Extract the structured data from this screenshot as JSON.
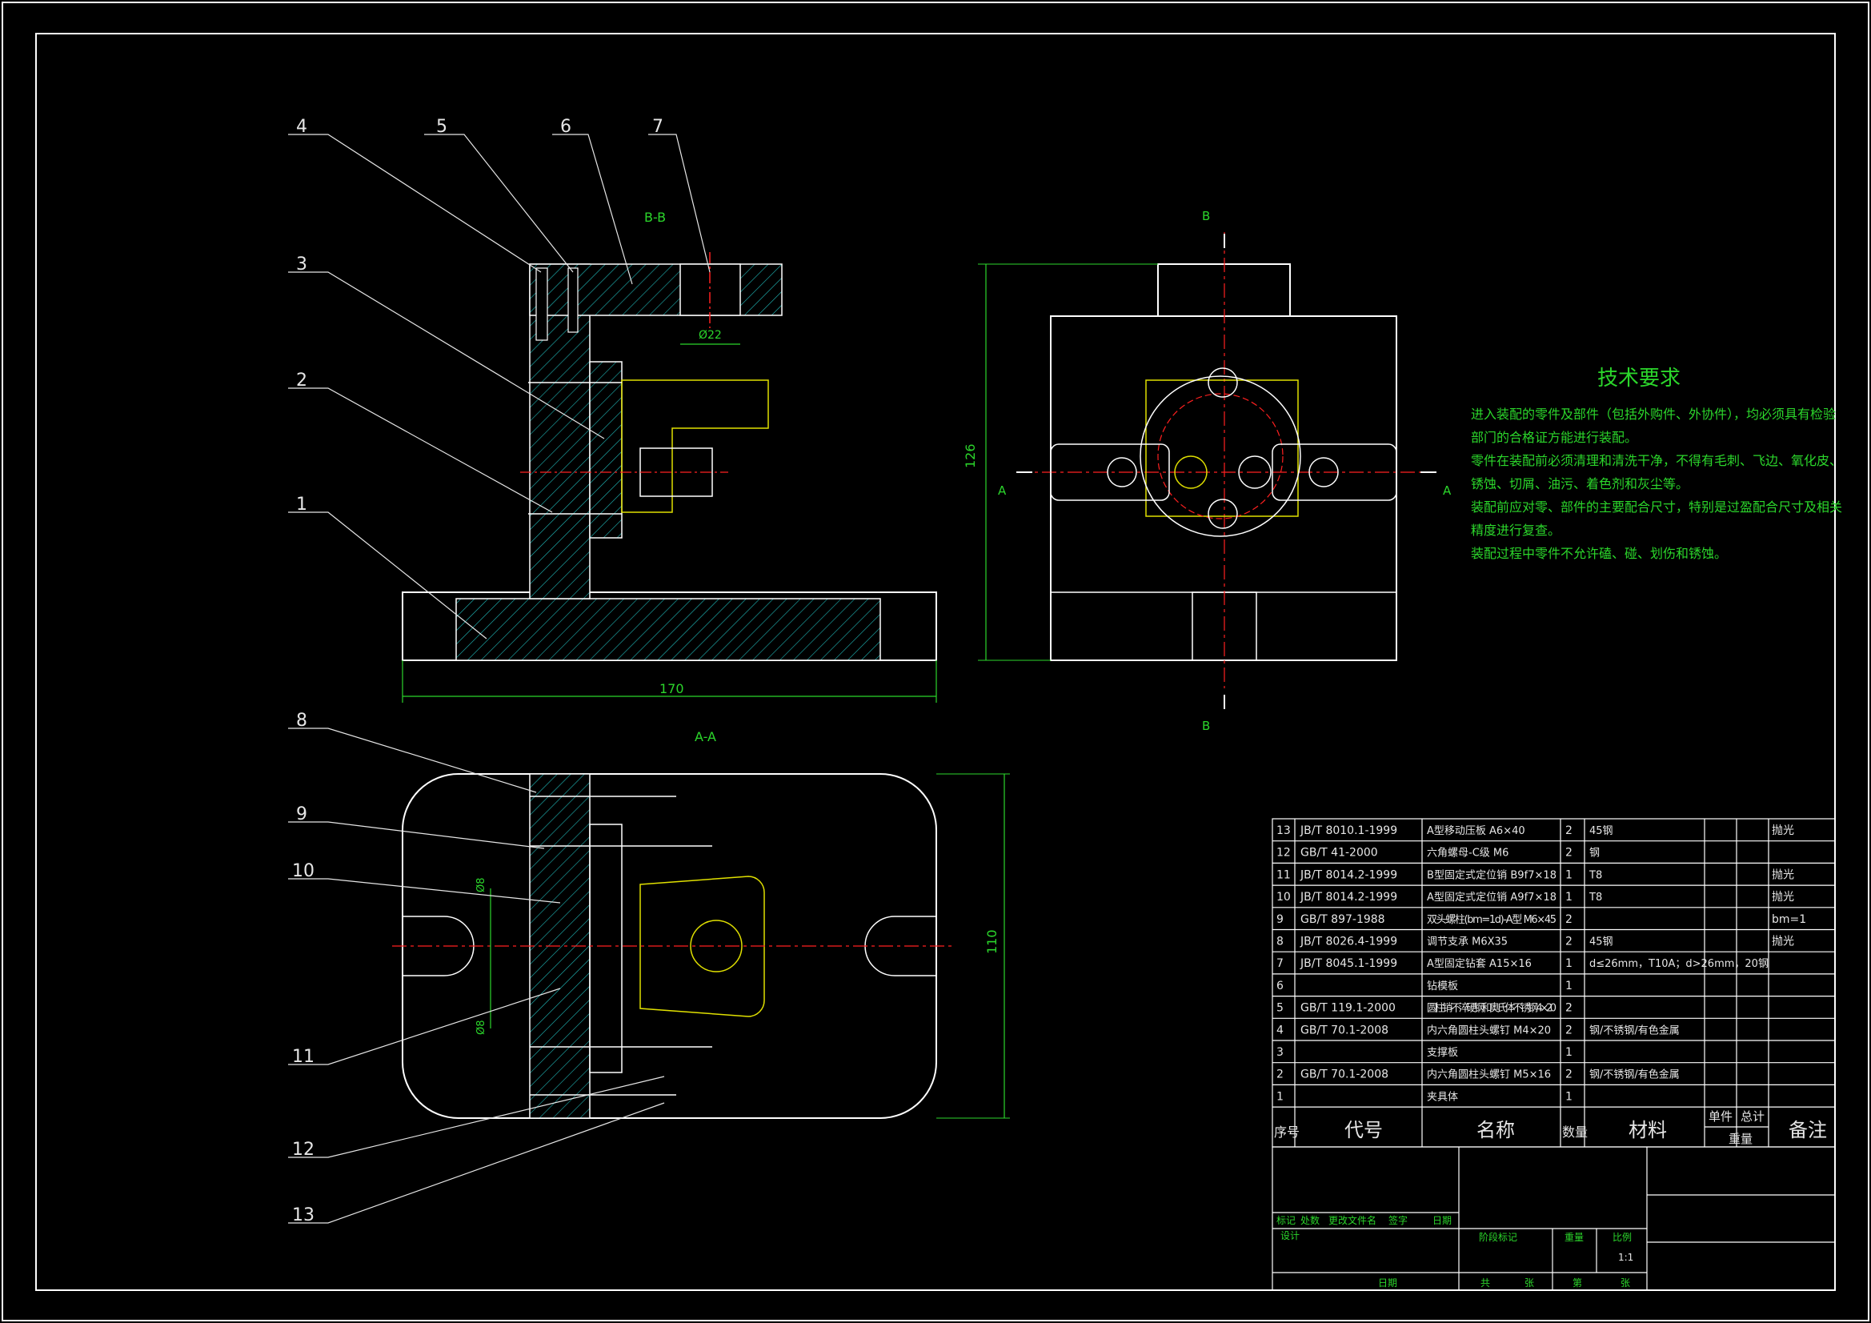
{
  "views": {
    "bb_label": "B-B",
    "aa_label": "A-A",
    "section_a": "A",
    "section_b": "B",
    "dim_170": "170",
    "dim_126": "126",
    "dim_110": "110",
    "dim_bore": "Ø22",
    "dim_phi8": "Ø8"
  },
  "balloons": [
    "1",
    "2",
    "3",
    "4",
    "5",
    "6",
    "7",
    "8",
    "9",
    "10",
    "11",
    "12",
    "13"
  ],
  "notes": {
    "title": "技术要求",
    "lines": [
      "进入装配的零件及部件（包括外购件、外协件），均必须具有检验",
      "部门的合格证方能进行装配。",
      "零件在装配前必须清理和清洗干净，不得有毛刺、飞边、氧化皮、",
      "锈蚀、切屑、油污、着色剂和灰尘等。",
      "装配前应对零、部件的主要配合尺寸，特别是过盈配合尺寸及相关",
      "精度进行复查。",
      "装配过程中零件不允许磕、碰、划伤和锈蚀。"
    ]
  },
  "bom": {
    "rows": [
      {
        "no": "13",
        "code": "JB/T 8010.1-1999",
        "name": "A型移动压板 A6×40",
        "qty": "2",
        "mat": "45钢",
        "note": "抛光"
      },
      {
        "no": "12",
        "code": "GB/T 41-2000",
        "name": "六角螺母-C级 M6",
        "qty": "2",
        "mat": "钢",
        "note": ""
      },
      {
        "no": "11",
        "code": "JB/T 8014.2-1999",
        "name": "B型固定式定位销 B9f7×18",
        "qty": "1",
        "mat": "T8",
        "note": "抛光"
      },
      {
        "no": "10",
        "code": "JB/T 8014.2-1999",
        "name": "A型固定式定位销 A9f7×18",
        "qty": "1",
        "mat": "T8",
        "note": "抛光"
      },
      {
        "no": "9",
        "code": "GB/T 897-1988",
        "name": "双头螺柱(bm=1d)-A型 M6×45",
        "qty": "2",
        "mat": "",
        "note": "bm=1"
      },
      {
        "no": "8",
        "code": "JB/T 8026.4-1999",
        "name": "调节支承 M6X35",
        "qty": "2",
        "mat": "45钢",
        "note": "抛光"
      },
      {
        "no": "7",
        "code": "JB/T 8045.1-1999",
        "name": "A型固定钻套 A15×16",
        "qty": "1",
        "mat": "d≤26mm，T10A；d>26mm，20钢",
        "note": ""
      },
      {
        "no": "6",
        "code": "",
        "name": "钻模板",
        "qty": "1",
        "mat": "",
        "note": ""
      },
      {
        "no": "5",
        "code": "GB/T 119.1-2000",
        "name": "圆柱销-不淬硬钢和奥氏体不锈钢 4×20",
        "qty": "2",
        "mat": "",
        "note": ""
      },
      {
        "no": "4",
        "code": "GB/T 70.1-2008",
        "name": "内六角圆柱头螺钉 M4×20",
        "qty": "2",
        "mat": "钢/不锈钢/有色金属",
        "note": ""
      },
      {
        "no": "3",
        "code": "",
        "name": "支撑板",
        "qty": "1",
        "mat": "",
        "note": ""
      },
      {
        "no": "2",
        "code": "GB/T 70.1-2008",
        "name": "内六角圆柱头螺钉 M5×16",
        "qty": "2",
        "mat": "钢/不锈钢/有色金属",
        "note": ""
      },
      {
        "no": "1",
        "code": "",
        "name": "夹具体",
        "qty": "1",
        "mat": "",
        "note": ""
      }
    ],
    "header": {
      "no": "序号",
      "code": "代号",
      "name": "名称",
      "qty": "数量",
      "mat": "材料",
      "unit": "单件",
      "total": "总计",
      "weight": "重量",
      "note": "备注"
    }
  },
  "title_block": {
    "mark": "标记",
    "count": "处数",
    "doc": "更改文件名",
    "sign": "签字",
    "date": "日期",
    "design": "设计",
    "date2": "日期",
    "stage": "阶段标记",
    "weight": "重量",
    "scale": "比例",
    "scale_value": "1:1",
    "total_sheets": "共",
    "sheets_unit": "张",
    "sheet_no": "第",
    "sheet_unit": "张"
  },
  "colors": {
    "outline": "#ffffff",
    "hatch": "#1fb8b8",
    "dim": "#2bd62b",
    "center": "#ff2020",
    "hidden": "#d020d0",
    "part": "#e0e000",
    "label": "#e6e6e6"
  }
}
